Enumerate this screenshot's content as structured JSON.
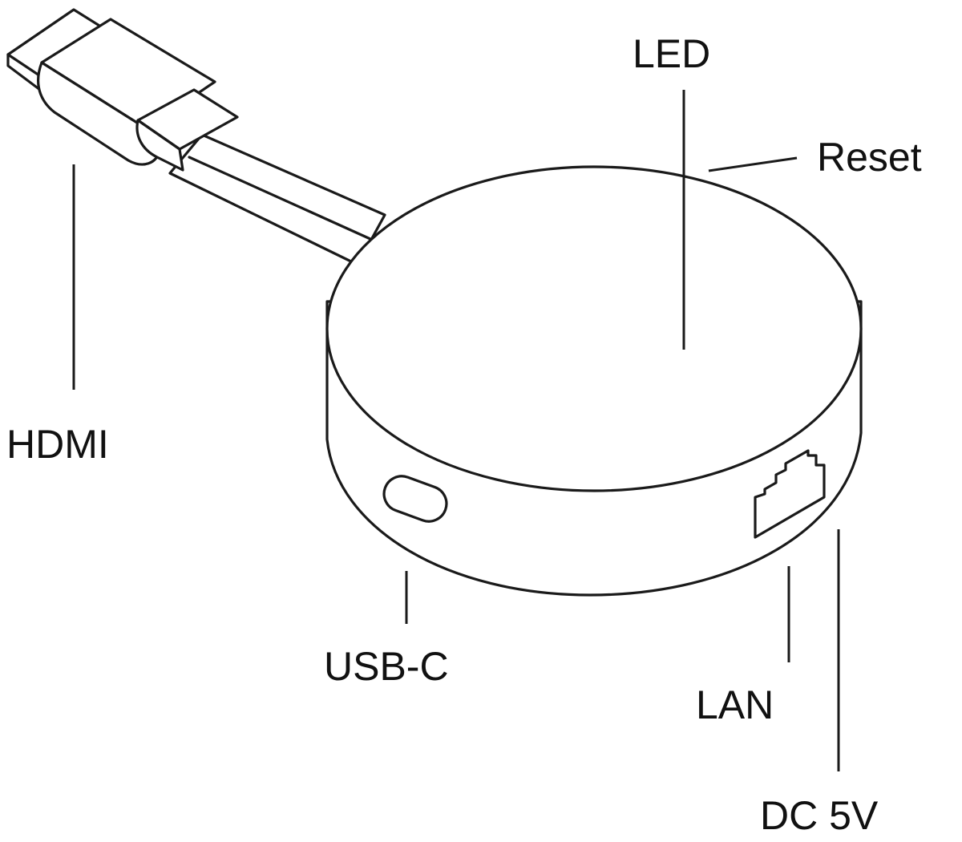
{
  "labels": {
    "led": "LED",
    "reset": "Reset",
    "hdmi": "HDMI",
    "usb_c": "USB-C",
    "lan": "LAN",
    "dc_5v": "DC 5V"
  },
  "colors": {
    "line": "#1a1a1a",
    "background": "#ffffff"
  }
}
